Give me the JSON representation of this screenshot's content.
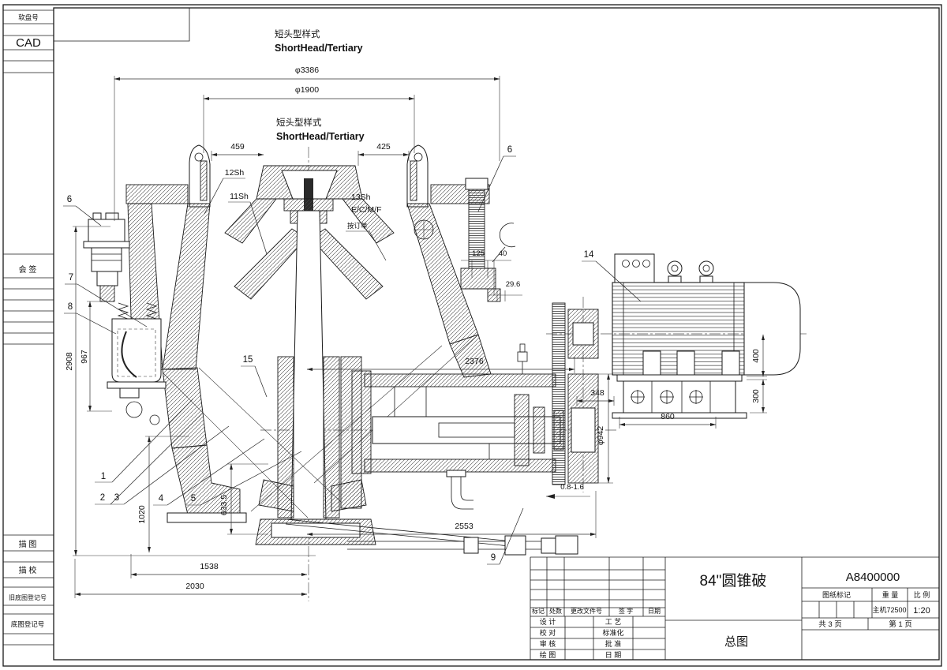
{
  "corner": {
    "disk_label": "软盘号",
    "cad_label": "CAD"
  },
  "sidebar": {
    "countersign": "会 签",
    "trace_draw": "描 图",
    "trace_check": "描 校",
    "old_base_reg": "旧底图登记号",
    "base_reg": "底图登记号"
  },
  "notes": {
    "type_cn": "短头型样式",
    "type_en": "ShortHead/Tertiary",
    "order_note": "按订单"
  },
  "dims": {
    "d3386": "φ3386",
    "d1900": "φ1900",
    "d459": "459",
    "d425": "425",
    "d2908": "2908",
    "d967": "967",
    "d1020": "1020",
    "d633": "633.5",
    "d1538": "1538",
    "d2030": "2030",
    "d2553": "2553",
    "d2376": "2376",
    "d348": "348",
    "d860": "860",
    "d400": "400",
    "d300": "300",
    "d942": "φ942",
    "d125": "125",
    "d40": "40",
    "d296": "29.6",
    "d08": "0.8-1.6"
  },
  "callouts": {
    "n1": "1",
    "n2": "2",
    "n3": "3",
    "n4": "4",
    "n5": "5",
    "n6": "6",
    "n7": "7",
    "n8": "8",
    "n9": "9",
    "n14": "14",
    "n15": "15",
    "l12sh": "12Sh",
    "l11sh": "11Sh",
    "l13sh": "13Sh",
    "lecmf": "E/C/M/F"
  },
  "title_block": {
    "rev": {
      "mark": "标记",
      "count": "处数",
      "doc_no": "更改文件号",
      "sign": "签  字",
      "date": "日期"
    },
    "sig": {
      "design": "设 计",
      "process": "工 艺",
      "check": "校 对",
      "standard": "标准化",
      "audit": "审 核",
      "approve": "批 准",
      "draw": "绘 图",
      "date": "日 期"
    },
    "product_name": "84\"圆锥破",
    "drawing_name": "总图",
    "drawing_no": "A8400000",
    "mark_header": "图纸标记",
    "weight_header": "重 量",
    "scale_header": "比 例",
    "weight_value": "主机72500",
    "scale_value": "1:20",
    "pages_total": "共 3 页",
    "page_no": "第 1 页"
  }
}
